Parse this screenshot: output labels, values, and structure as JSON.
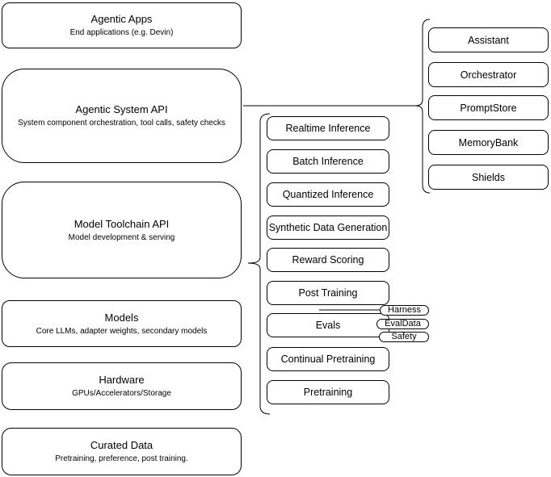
{
  "diagram": {
    "left_column": [
      {
        "title": "Agentic Apps",
        "subtitle": "End applications (e.g. Devin)"
      },
      {
        "title": "Agentic System API",
        "subtitle": "System component orchestration, tool calls, safety checks"
      },
      {
        "title": "Model Toolchain API",
        "subtitle": "Model development & serving"
      },
      {
        "title": "Models",
        "subtitle": "Core LLMs, adapter weights, secondary models"
      },
      {
        "title": "Hardware",
        "subtitle": "GPUs/Accelerators/Storage"
      },
      {
        "title": "Curated Data",
        "subtitle": "Pretraining, preference, post training."
      }
    ],
    "toolchain_components": [
      {
        "label": "Realtime Inference"
      },
      {
        "label": "Batch Inference"
      },
      {
        "label": "Quantized Inference"
      },
      {
        "label": "Synthetic Data Generation"
      },
      {
        "label": "Reward Scoring"
      },
      {
        "label": "Post Training"
      },
      {
        "label": "Evals"
      },
      {
        "label": "Continual Pretraining"
      },
      {
        "label": "Pretraining"
      }
    ],
    "evals_tags": [
      {
        "label": "Harness"
      },
      {
        "label": "EvalData"
      },
      {
        "label": "Safety"
      }
    ],
    "system_components": [
      {
        "label": "Assistant"
      },
      {
        "label": "Orchestrator"
      },
      {
        "label": "PromptStore"
      },
      {
        "label": "MemoryBank"
      },
      {
        "label": "Shields"
      }
    ],
    "colors": {
      "stroke": "#000000",
      "background": "#ffffff",
      "text": "#000000"
    }
  }
}
